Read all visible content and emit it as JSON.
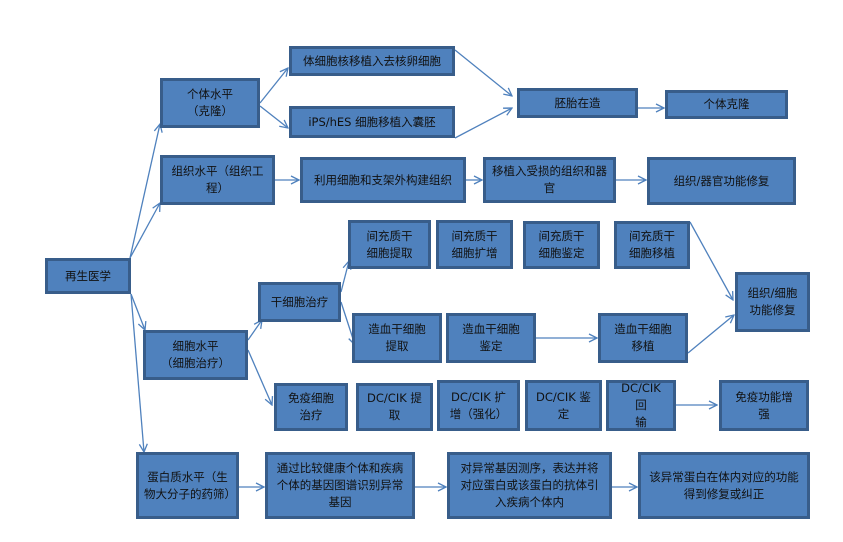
{
  "root": "再生医学",
  "branches": {
    "individual": "个体水平\n（克隆）",
    "tissue": "组织水平（组织工程）",
    "cell": "细胞水平\n（细胞治疗）",
    "protein": "蛋白质水平（生物大分子的药筛）"
  },
  "individual_path": {
    "somatic": "体细胞核移植入去核卵细胞",
    "ips": "iPS/hES 细胞移植入囊胚",
    "embryo": "胚胎在造",
    "clone": "个体克隆"
  },
  "tissue_path": {
    "build": "利用细胞和支架外构建组织",
    "transplant": "移植入受损的组织和器官",
    "repair": "组织/器官功能修复"
  },
  "cell_path": {
    "stem_cell": "干细胞治疗",
    "msc_extract": "间充质干\n细胞提取",
    "msc_expand": "间充质干\n细胞扩增",
    "msc_identify": "间充质干\n细胞鉴定",
    "msc_transplant": "间充质干\n细胞移植",
    "tissue_cell_repair": "组织/细胞\n功能修复",
    "hsc_extract": "造血干细胞\n提取",
    "hsc_identify": "造血干细胞\n鉴定",
    "hsc_transplant": "造血干细胞\n移植",
    "immune": "免疫细胞\n治疗",
    "dc_extract": "DC/CIK 提\n取",
    "dc_expand": "DC/CIK 扩\n增（强化）",
    "dc_identify": "DC/CIK 鉴\n定",
    "dc_return": "DC/CIK 回\n输",
    "immune_boost": "免疫功能增\n强"
  },
  "protein_path": {
    "compare": "通过比较健康个体和疾病个体的基因图谱识别异常基因",
    "sequence": "对异常基因测序，表达并将对应蛋白或该蛋白的抗体引入疾病个体内",
    "restore": "该异常蛋白在体内对应的功能得到修复或纠正"
  }
}
